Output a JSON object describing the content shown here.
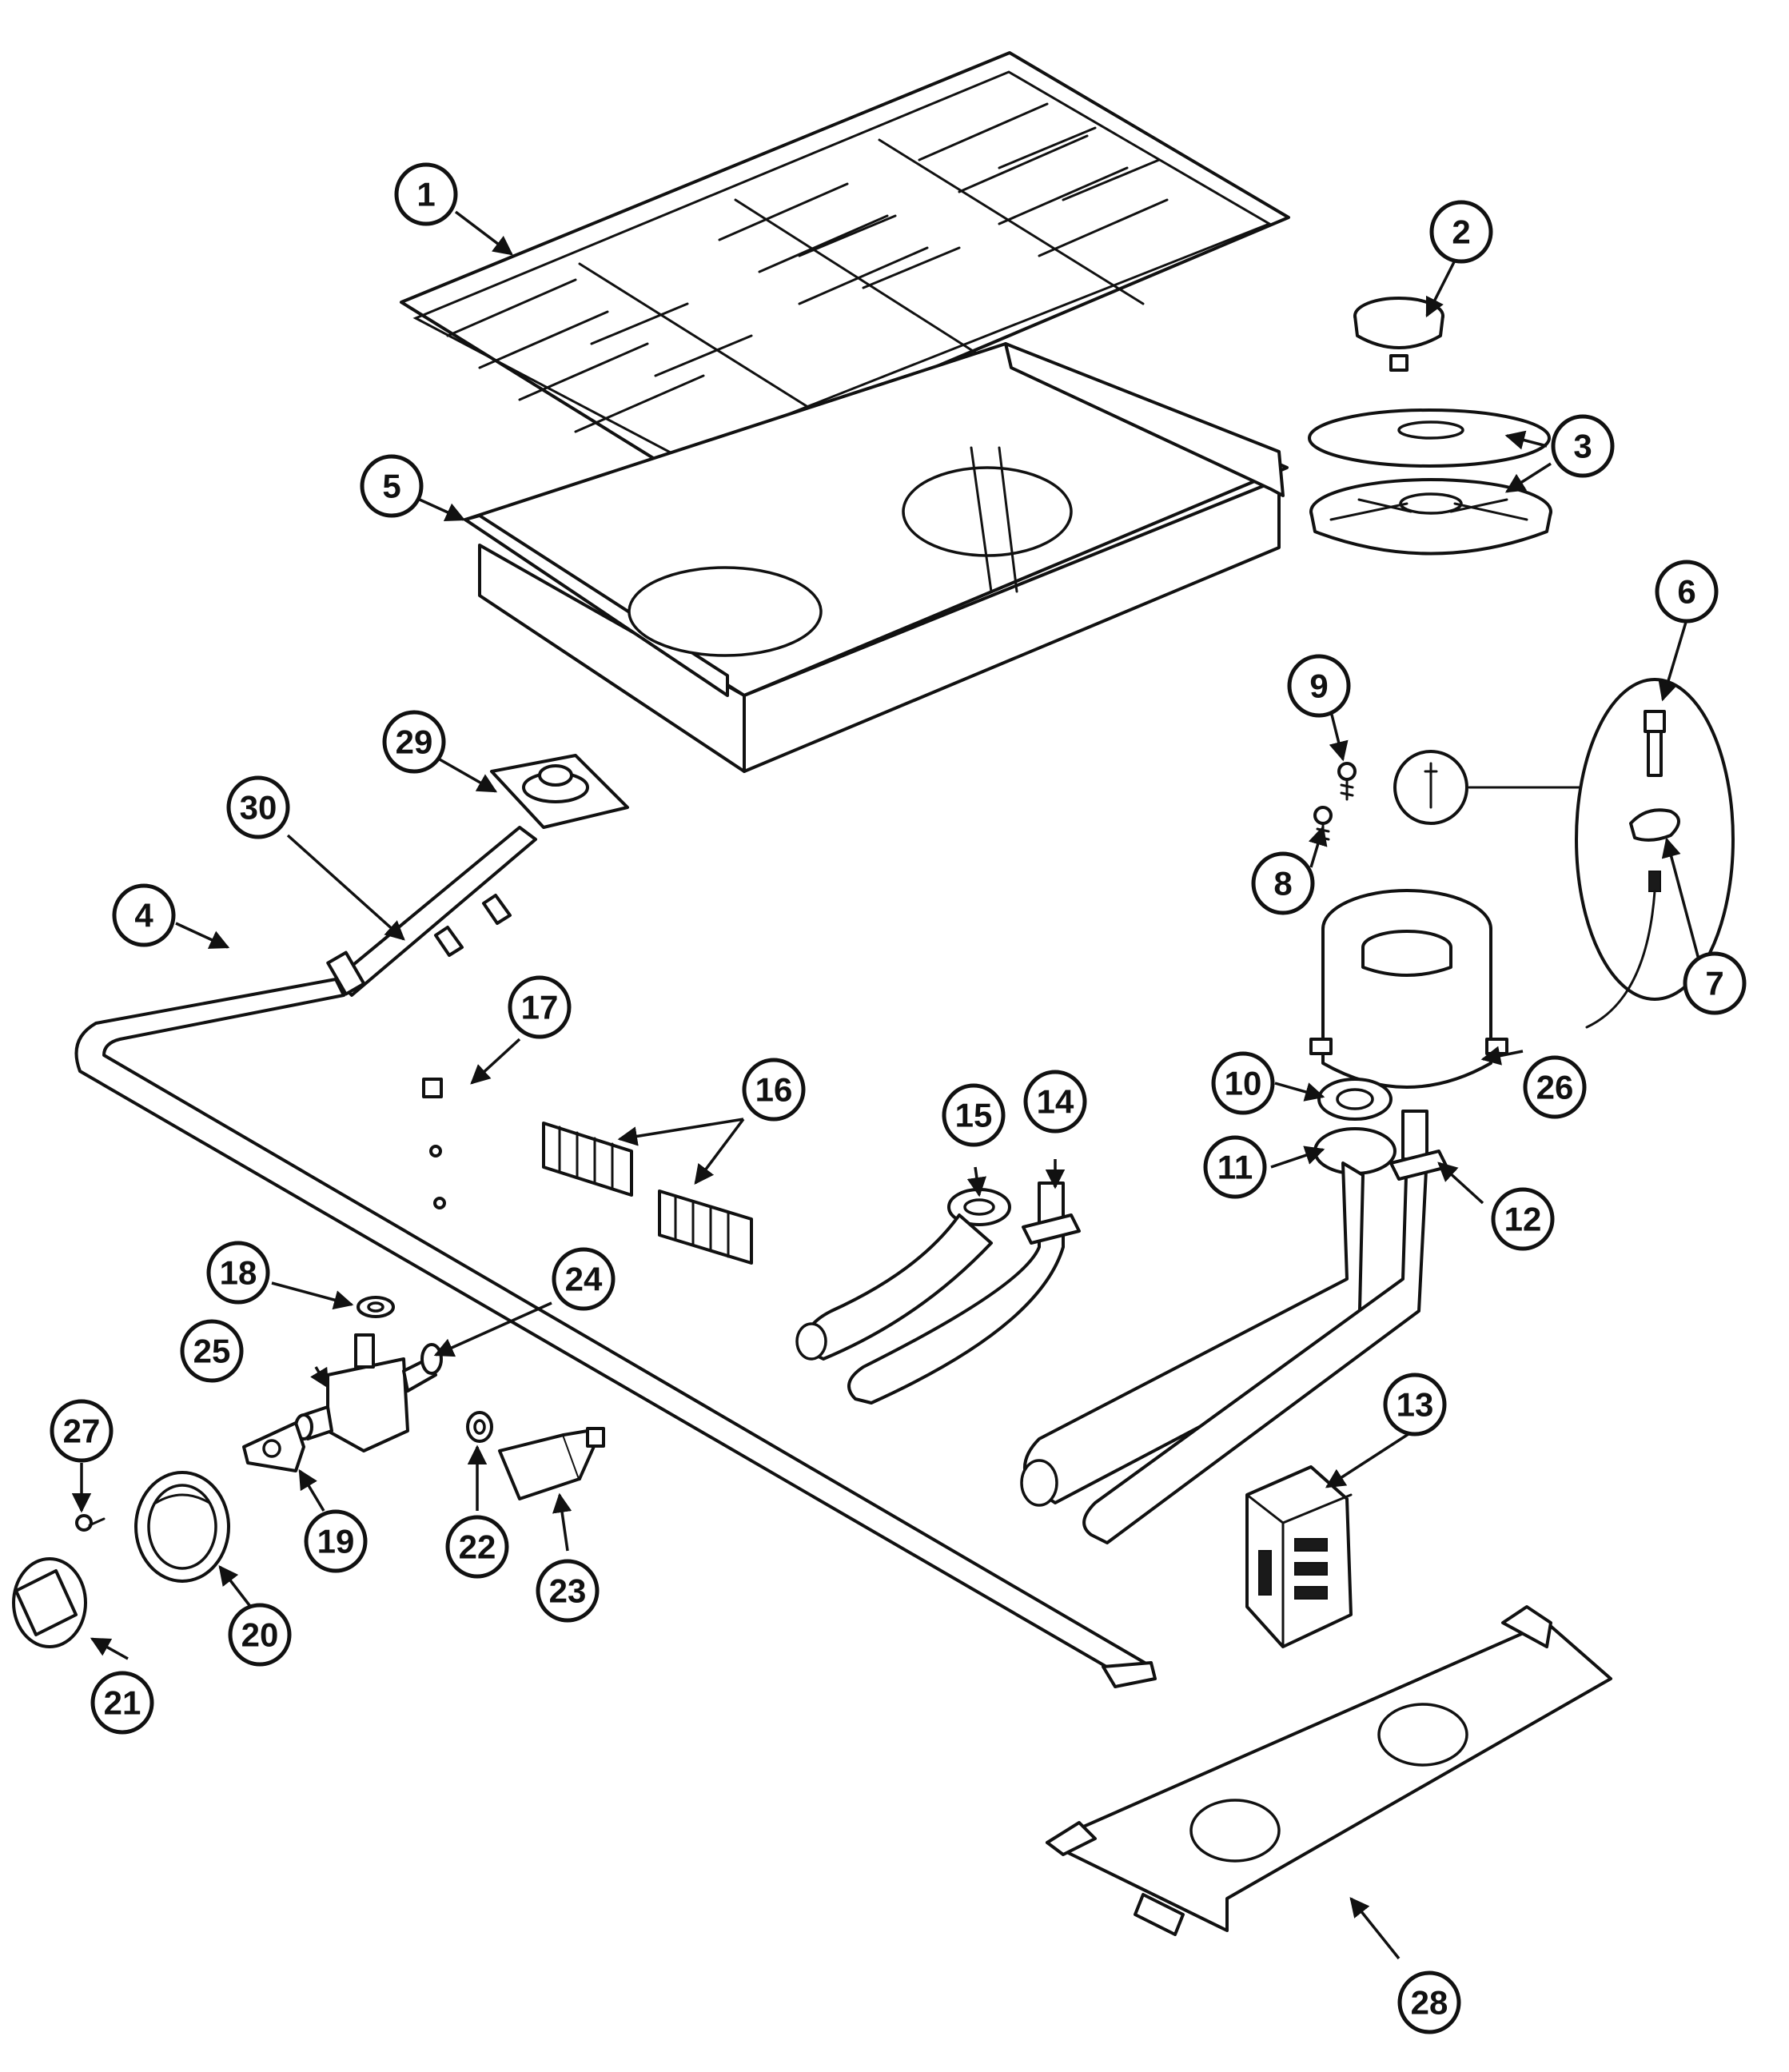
{
  "callouts": [
    "1",
    "2",
    "3",
    "4",
    "5",
    "6",
    "7",
    "8",
    "9",
    "10",
    "11",
    "12",
    "13",
    "14",
    "15",
    "16",
    "17",
    "18",
    "19",
    "20",
    "21",
    "22",
    "23",
    "24",
    "25",
    "26",
    "27",
    "28",
    "29",
    "30"
  ],
  "colors": {
    "ink": "#111111",
    "paper": "#ffffff"
  }
}
